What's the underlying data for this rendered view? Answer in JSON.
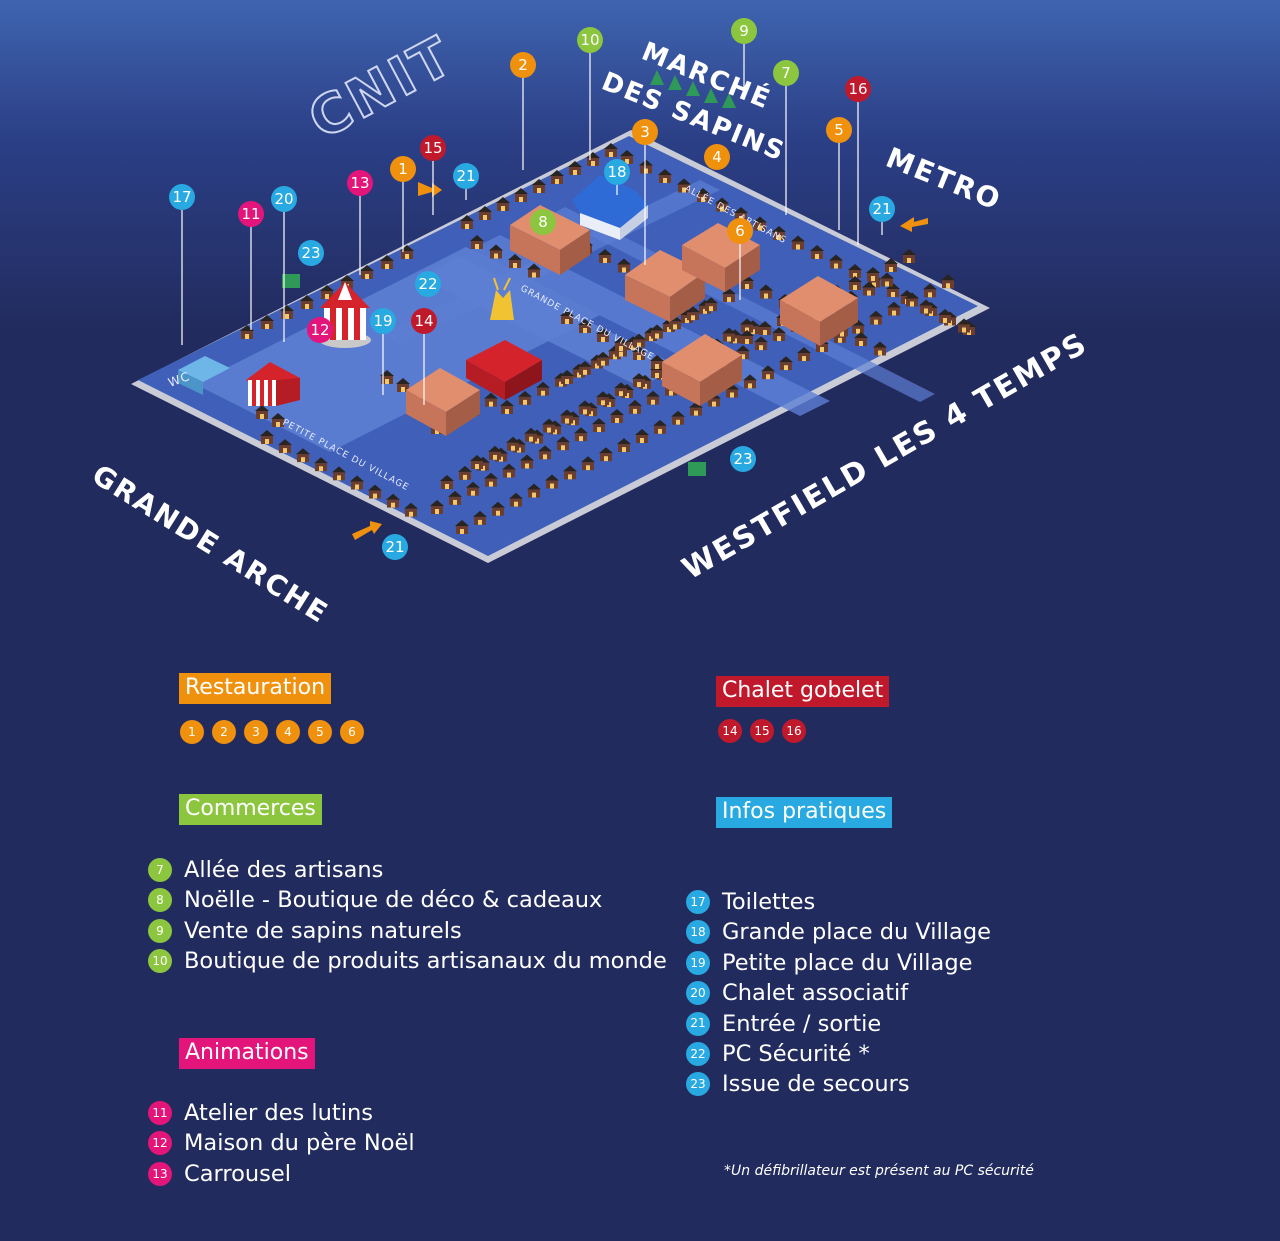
{
  "colors": {
    "orange": "#f0910e",
    "red": "#c0192b",
    "green": "#8cc63f",
    "pink": "#e3157a",
    "blue": "#29a9e1"
  },
  "map_labels": {
    "cnit": "CNIT",
    "marche_des_sapins_line1": "MARCHÉ",
    "marche_des_sapins_line2": "DES SAPINS",
    "metro": "METRO",
    "grande_arche": "GRANDE ARCHE",
    "westfield": "WESTFIELD LES 4 TEMPS",
    "allee_des_artisans": "ALLÉE DES ARTISANS",
    "grande_place": "GRANDE PLACE DU VILLAGE",
    "petite_place": "PETITE PLACE DU VILLAGE",
    "wc": "WC"
  },
  "map_pins": [
    {
      "num": "17",
      "group": "blue"
    },
    {
      "num": "11",
      "group": "pink"
    },
    {
      "num": "20",
      "group": "blue"
    },
    {
      "num": "13",
      "group": "pink"
    },
    {
      "num": "1",
      "group": "orange"
    },
    {
      "num": "15",
      "group": "red"
    },
    {
      "num": "21",
      "group": "blue"
    },
    {
      "num": "2",
      "group": "orange"
    },
    {
      "num": "10",
      "group": "green"
    },
    {
      "num": "9",
      "group": "green"
    },
    {
      "num": "7",
      "group": "green"
    },
    {
      "num": "16",
      "group": "red"
    },
    {
      "num": "3",
      "group": "orange"
    },
    {
      "num": "4",
      "group": "orange"
    },
    {
      "num": "5",
      "group": "orange"
    },
    {
      "num": "18",
      "group": "blue"
    },
    {
      "num": "8",
      "group": "green"
    },
    {
      "num": "6",
      "group": "orange"
    },
    {
      "num": "21",
      "group": "blue"
    },
    {
      "num": "23",
      "group": "blue"
    },
    {
      "num": "22",
      "group": "blue"
    },
    {
      "num": "12",
      "group": "pink"
    },
    {
      "num": "19",
      "group": "blue"
    },
    {
      "num": "14",
      "group": "red"
    },
    {
      "num": "23",
      "group": "blue"
    },
    {
      "num": "21",
      "group": "blue"
    }
  ],
  "legend": {
    "restauration": {
      "title": "Restauration",
      "badges": [
        "1",
        "2",
        "3",
        "4",
        "5",
        "6"
      ]
    },
    "chalet_gobelet": {
      "title": "Chalet gobelet",
      "badges": [
        "14",
        "15",
        "16"
      ]
    },
    "commerces": {
      "title": "Commerces",
      "items": [
        {
          "num": "7",
          "text": "Allée des artisans"
        },
        {
          "num": "8",
          "text": "Noëlle - Boutique de déco & cadeaux"
        },
        {
          "num": "9",
          "text": "Vente de sapins naturels"
        },
        {
          "num": "10",
          "text": "Boutique de produits artisanaux du monde"
        }
      ]
    },
    "animations": {
      "title": "Animations",
      "items": [
        {
          "num": "11",
          "text": "Atelier des lutins"
        },
        {
          "num": "12",
          "text": "Maison du père Noël"
        },
        {
          "num": "13",
          "text": "Carrousel"
        }
      ]
    },
    "infos_pratiques": {
      "title": "Infos pratiques",
      "items": [
        {
          "num": "17",
          "text": "Toilettes"
        },
        {
          "num": "18",
          "text": "Grande place du Village"
        },
        {
          "num": "19",
          "text": "Petite place du Village"
        },
        {
          "num": "20",
          "text": "Chalet associatif"
        },
        {
          "num": "21",
          "text": "Entrée / sortie"
        },
        {
          "num": "22",
          "text": "PC Sécurité *"
        },
        {
          "num": "23",
          "text": "Issue de secours"
        }
      ]
    }
  },
  "footnote": "*Un défibrillateur est présent au PC sécurité"
}
